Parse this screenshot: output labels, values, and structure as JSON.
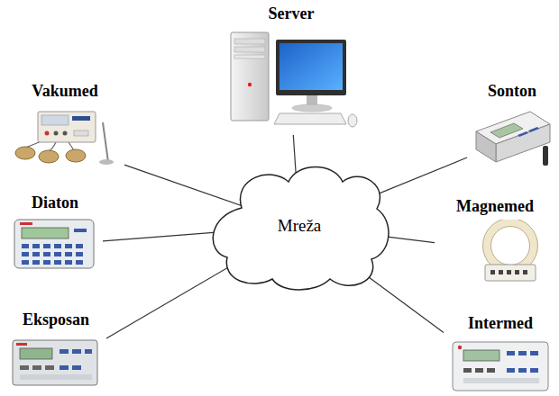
{
  "diagram": {
    "nodes": [
      {
        "text": [
          "Server"
        ]
      },
      {
        "text": [
          "Vakumed"
        ]
      },
      {
        "text": [
          "Sonton"
        ]
      },
      {
        "text": [
          "Mreža"
        ]
      },
      {
        "text": [
          "Diaton"
        ]
      },
      {
        "text": [
          "Magnemed"
        ]
      },
      {
        "text": [
          "Eksposan"
        ]
      },
      {
        "text": [
          "Intermed"
        ]
      }
    ],
    "edges": [
      {
        "from": 3,
        "to": 0,
        "arrow": "none"
      },
      {
        "from": 3,
        "to": 1,
        "arrow": "none"
      },
      {
        "from": 3,
        "to": 2,
        "arrow": "none"
      },
      {
        "from": 3,
        "to": 4,
        "arrow": "none"
      },
      {
        "from": 3,
        "to": 5,
        "arrow": "none"
      },
      {
        "from": 3,
        "to": 6,
        "arrow": "none"
      },
      {
        "from": 3,
        "to": 7,
        "arrow": "none"
      }
    ]
  }
}
